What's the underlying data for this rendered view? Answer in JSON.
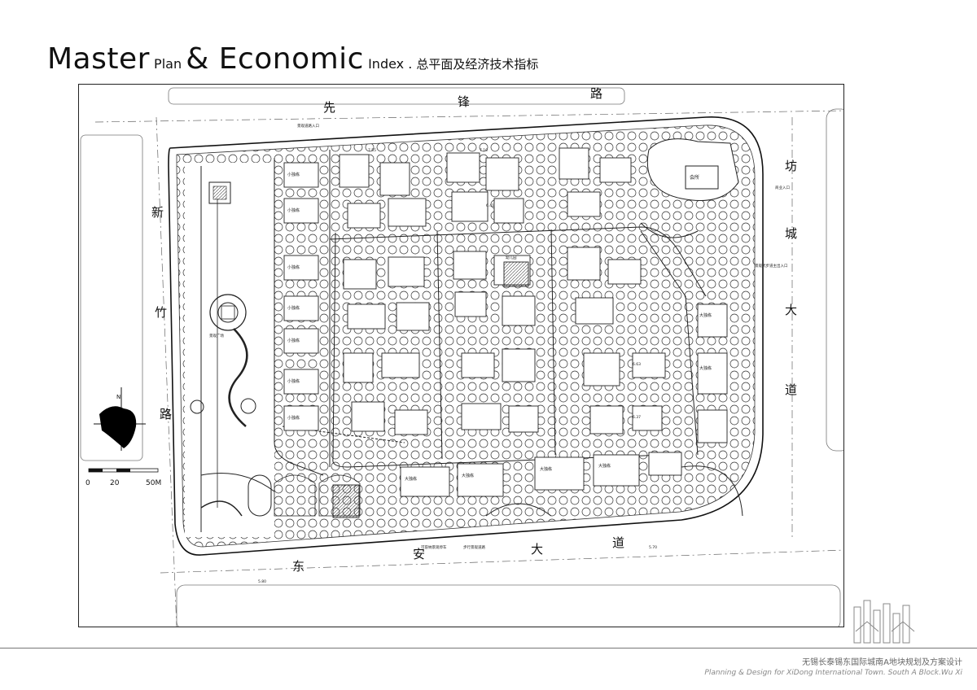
{
  "header": {
    "word1": "Master",
    "word2": "Plan",
    "word3": "& Economic",
    "word4": "Index .",
    "cn_title": "总平面及经济技术指标"
  },
  "roads": {
    "north_chars": [
      "先",
      "锋",
      "路"
    ],
    "west_chars": [
      "新",
      "竹",
      "路"
    ],
    "east_chars": [
      "坊",
      "城",
      "大",
      "道"
    ],
    "south_chars": [
      "东",
      "安",
      "大",
      "道"
    ]
  },
  "labels": {
    "north_entry": "景观道路入口",
    "east_entry": "商业入口",
    "east_entry2": "景观式步道主出入口",
    "villa_small": "小独栋",
    "villa_big": "大独栋",
    "clubhouse": "会所",
    "kindergarten": "幼儿园",
    "parking": "可容纳景观停车",
    "pedestrian": "步行景观道路",
    "plaza": "景观广场",
    "elev_north": "7.55",
    "elev_north2": "7.10",
    "elev_mid": "6.41",
    "elev_east": "6.63",
    "elev_south": "6.37",
    "elev_road1": "5.80",
    "elev_road2": "5.70"
  },
  "scale_bar": {
    "tick0": "0",
    "tick1": "20",
    "tick2": "50M"
  },
  "compass": {
    "north_label": "N"
  },
  "footer": {
    "cn": "无锡长泰锡东国际城南A地块规划及方案设计",
    "en": "Planning & Design for XiDong International Town. South A Block.Wu Xi"
  }
}
